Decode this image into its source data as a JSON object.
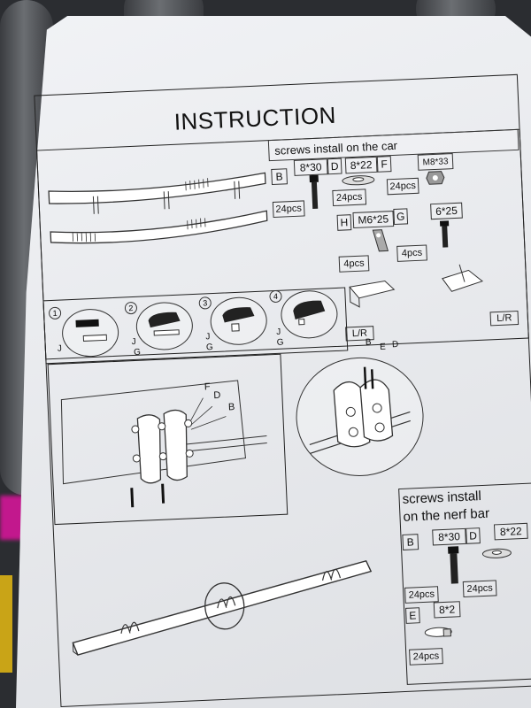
{
  "title": "INSTRUCTION",
  "car_box": {
    "heading": "screws install on the car",
    "labels": {
      "b": "B",
      "b_size": "8*30",
      "d": "D",
      "d_size": "8*22",
      "f": "F",
      "f_size": "M8*33",
      "b_qty": "24pcs",
      "d_qty": "24pcs",
      "f_qty": "24pcs",
      "h": "H",
      "h_size": "M6*25",
      "g": "G",
      "g_size": "6*25",
      "h_qty": "4pcs",
      "g_qty": "4pcs",
      "lr_left": "L/R",
      "lr_right": "L/R"
    }
  },
  "steps": {
    "n1": "1",
    "n2": "2",
    "n3": "3",
    "n4": "4",
    "j1": "J",
    "j2": "J",
    "g2": "G",
    "j3": "J",
    "g3": "G",
    "j4": "J",
    "g4": "G"
  },
  "detail_left": {
    "f": "F",
    "d": "D",
    "b": "B"
  },
  "detail_circle": {
    "b": "B",
    "e": "E",
    "d": "D"
  },
  "nerf_box": {
    "heading_line1": "screws install",
    "heading_line2": "on the nerf bar",
    "b": "B",
    "b_size": "8*30",
    "d": "D",
    "d_size": "8*22",
    "b_qty": "24pcs",
    "d_qty": "24pcs",
    "e": "E",
    "e_size": "8*2",
    "e_qty": "24pcs"
  },
  "colors": {
    "paper": "#eceef2",
    "ink": "#222222",
    "background": "#2b2d31"
  }
}
